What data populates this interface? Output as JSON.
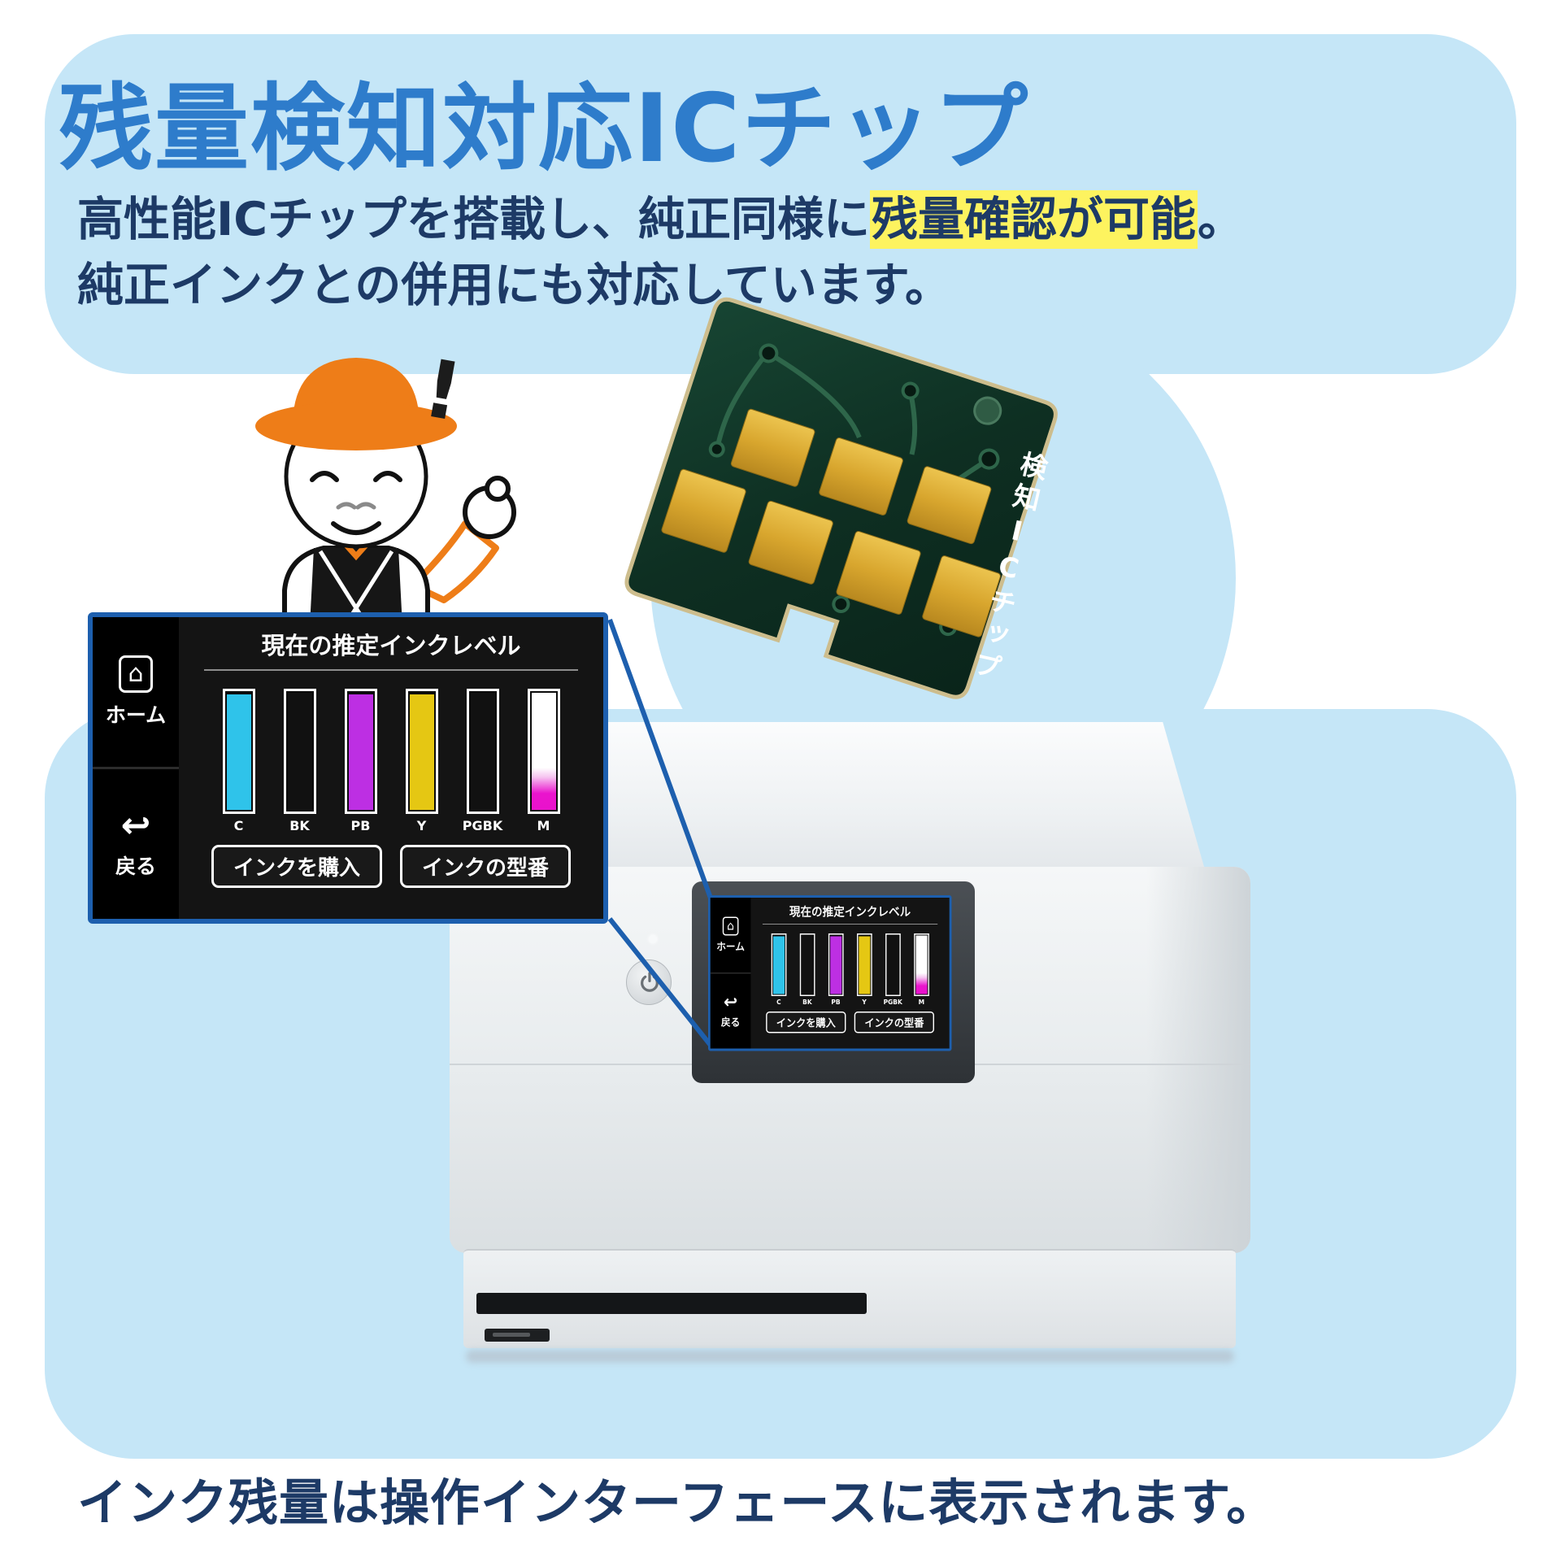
{
  "page": {
    "title": "残量検知対応ICチップ",
    "subtitle": {
      "line1_pre": "高性能ICチップを搭載し、純正同様に",
      "line1_highlight": "残量確認が可能",
      "line1_post": "。",
      "line2": "純正インクとの併用にも対応しています。"
    },
    "chip_label": "検知ICチップ",
    "exclamation": "!",
    "footer": "インク残量は操作インターフェースに表示されます。"
  },
  "colors": {
    "blob_blue": "#c5e6f7",
    "title_blue": "#2e7ccb",
    "text_navy": "#1d3a66",
    "highlight_yellow": "#fdf35f",
    "accent_orange": "#ee7d18",
    "callout_blue": "#1d5fae",
    "ink_cyan": "#2fc3ea",
    "ink_purple": "#bd2fe3",
    "ink_yellow": "#e5c713",
    "ink_magenta": "#e912cc"
  },
  "screen": {
    "title": "現在の推定インクレベル",
    "home_label": "ホーム",
    "back_label": "戻る",
    "icons": {
      "home": "⌂",
      "back": "↩"
    },
    "buttons": {
      "buy": "インクを購入",
      "model": "インクの型番"
    },
    "inks": [
      {
        "label": "C",
        "level": 96,
        "fill_css": "#2fc3ea"
      },
      {
        "label": "BK",
        "level": 97,
        "fill_css": "#111111"
      },
      {
        "label": "PB",
        "level": 96,
        "fill_css": "#bd2fe3"
      },
      {
        "label": "Y",
        "level": 96,
        "fill_css": "#e5c713"
      },
      {
        "label": "PGBK",
        "level": 97,
        "fill_css": "#111111"
      },
      {
        "label": "M",
        "level": 97,
        "fill_css": "linear-gradient(180deg,#ffffff 0%,#ffffff 64%,#f6c4f0 72%,#ea14cd 86%,#e912cc 100%)"
      }
    ]
  }
}
